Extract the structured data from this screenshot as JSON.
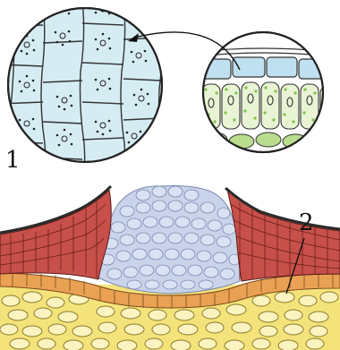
{
  "labels": {
    "fig1": "1",
    "fig2": "2"
  },
  "colors": {
    "epidermis_fill": "#d6ecf3",
    "mesophyll_fill": "#e8f4d4",
    "chloroplast": "#7fc24a",
    "lenticel_cork": "#c8504a",
    "filling_cells": "#c9d3ea",
    "phelloderm": "#e9a154",
    "cortex": "#f4e37a",
    "outline": "#222222"
  },
  "icons": [
    "arrow-icon",
    "leader-line"
  ]
}
